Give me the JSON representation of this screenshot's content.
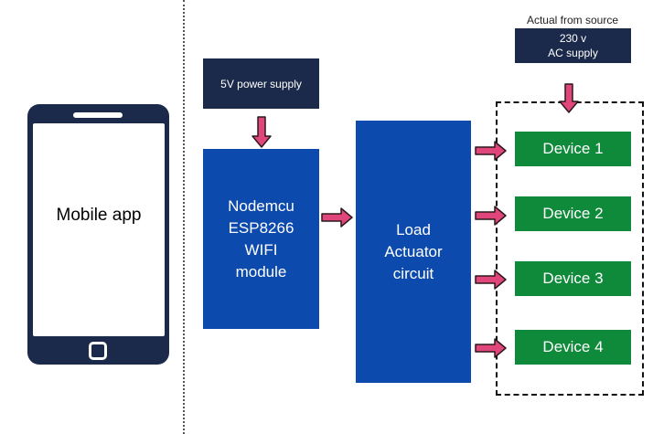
{
  "phone": {
    "label": "Mobile app"
  },
  "power_supply": {
    "label": "5V power supply"
  },
  "nodemcu": {
    "lines": [
      "Nodemcu",
      "ESP8266",
      "WIFI",
      "module"
    ]
  },
  "actuator": {
    "lines": [
      "Load",
      "Actuator",
      "circuit"
    ]
  },
  "ac_source": {
    "caption": "Actual from source",
    "lines": [
      "230 v",
      "AC supply"
    ]
  },
  "devices": [
    "Device 1",
    "Device 2",
    "Device 3",
    "Device 4"
  ],
  "colors": {
    "navy": "#1b2a4a",
    "blue": "#0d4aad",
    "green": "#0f8a3a",
    "arrow_fill": "#e0457b",
    "arrow_outline": "#2a1a1a"
  }
}
